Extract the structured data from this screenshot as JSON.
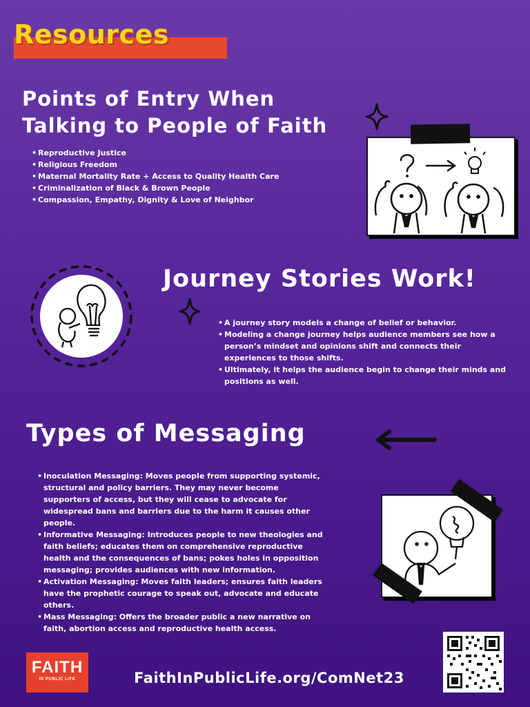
{
  "header": {
    "title": "Resources"
  },
  "section1": {
    "title": "Points of Entry When Talking to People of Faith",
    "items": [
      "Reproductive Justice",
      "Religious Freedom",
      "Maternal Mortality Rate + Access to Quality Health Care",
      "Criminalization of Black & Brown People",
      "Compassion, Empathy, Dignity & Love of Neighbor"
    ]
  },
  "section2": {
    "title": "Journey Stories Work!",
    "items": [
      "A journey story models a change of belief or behavior.",
      "Modeling a change journey helps audience members see how a person’s mindset and opinions shift and connects their experiences to those shifts.",
      "Ultimately, it helps the audience begin to change their minds and positions as well."
    ]
  },
  "section3": {
    "title": "Types of Messaging",
    "items": [
      "Inoculation Messaging: Moves people from supporting systemic, structural and policy barriers. They may never become supporters of access, but they will cease to advocate for widespread bans and barriers due to the harm it causes other people.",
      "Informative Messaging: Introduces people to new theologies and faith beliefs; educates them on comprehensive reproductive health and the consequences of bans; pokes holes in opposition messaging; provides audiences with new information.",
      "Activation Messaging: Moves faith leaders; ensures faith leaders have the prophetic courage to speak out, advocate and educate others.",
      "Mass Messaging: Offers the broader public a new narrative on faith, abortion access and reproductive health access."
    ]
  },
  "footer": {
    "url": "FaithInPublicLife.org/ComNet23",
    "logo_main": "FAITH",
    "logo_sub": "IN PUBLIC LIFE"
  },
  "colors": {
    "accent_orange": "#e64a2e",
    "title_yellow": "#ffd21f",
    "bg_purple": "#55249a"
  },
  "icons": [
    "sparkle-icon",
    "question-mark-icon",
    "arrow-right-icon",
    "lightbulb-icon",
    "arrow-left-icon",
    "qr-code"
  ]
}
